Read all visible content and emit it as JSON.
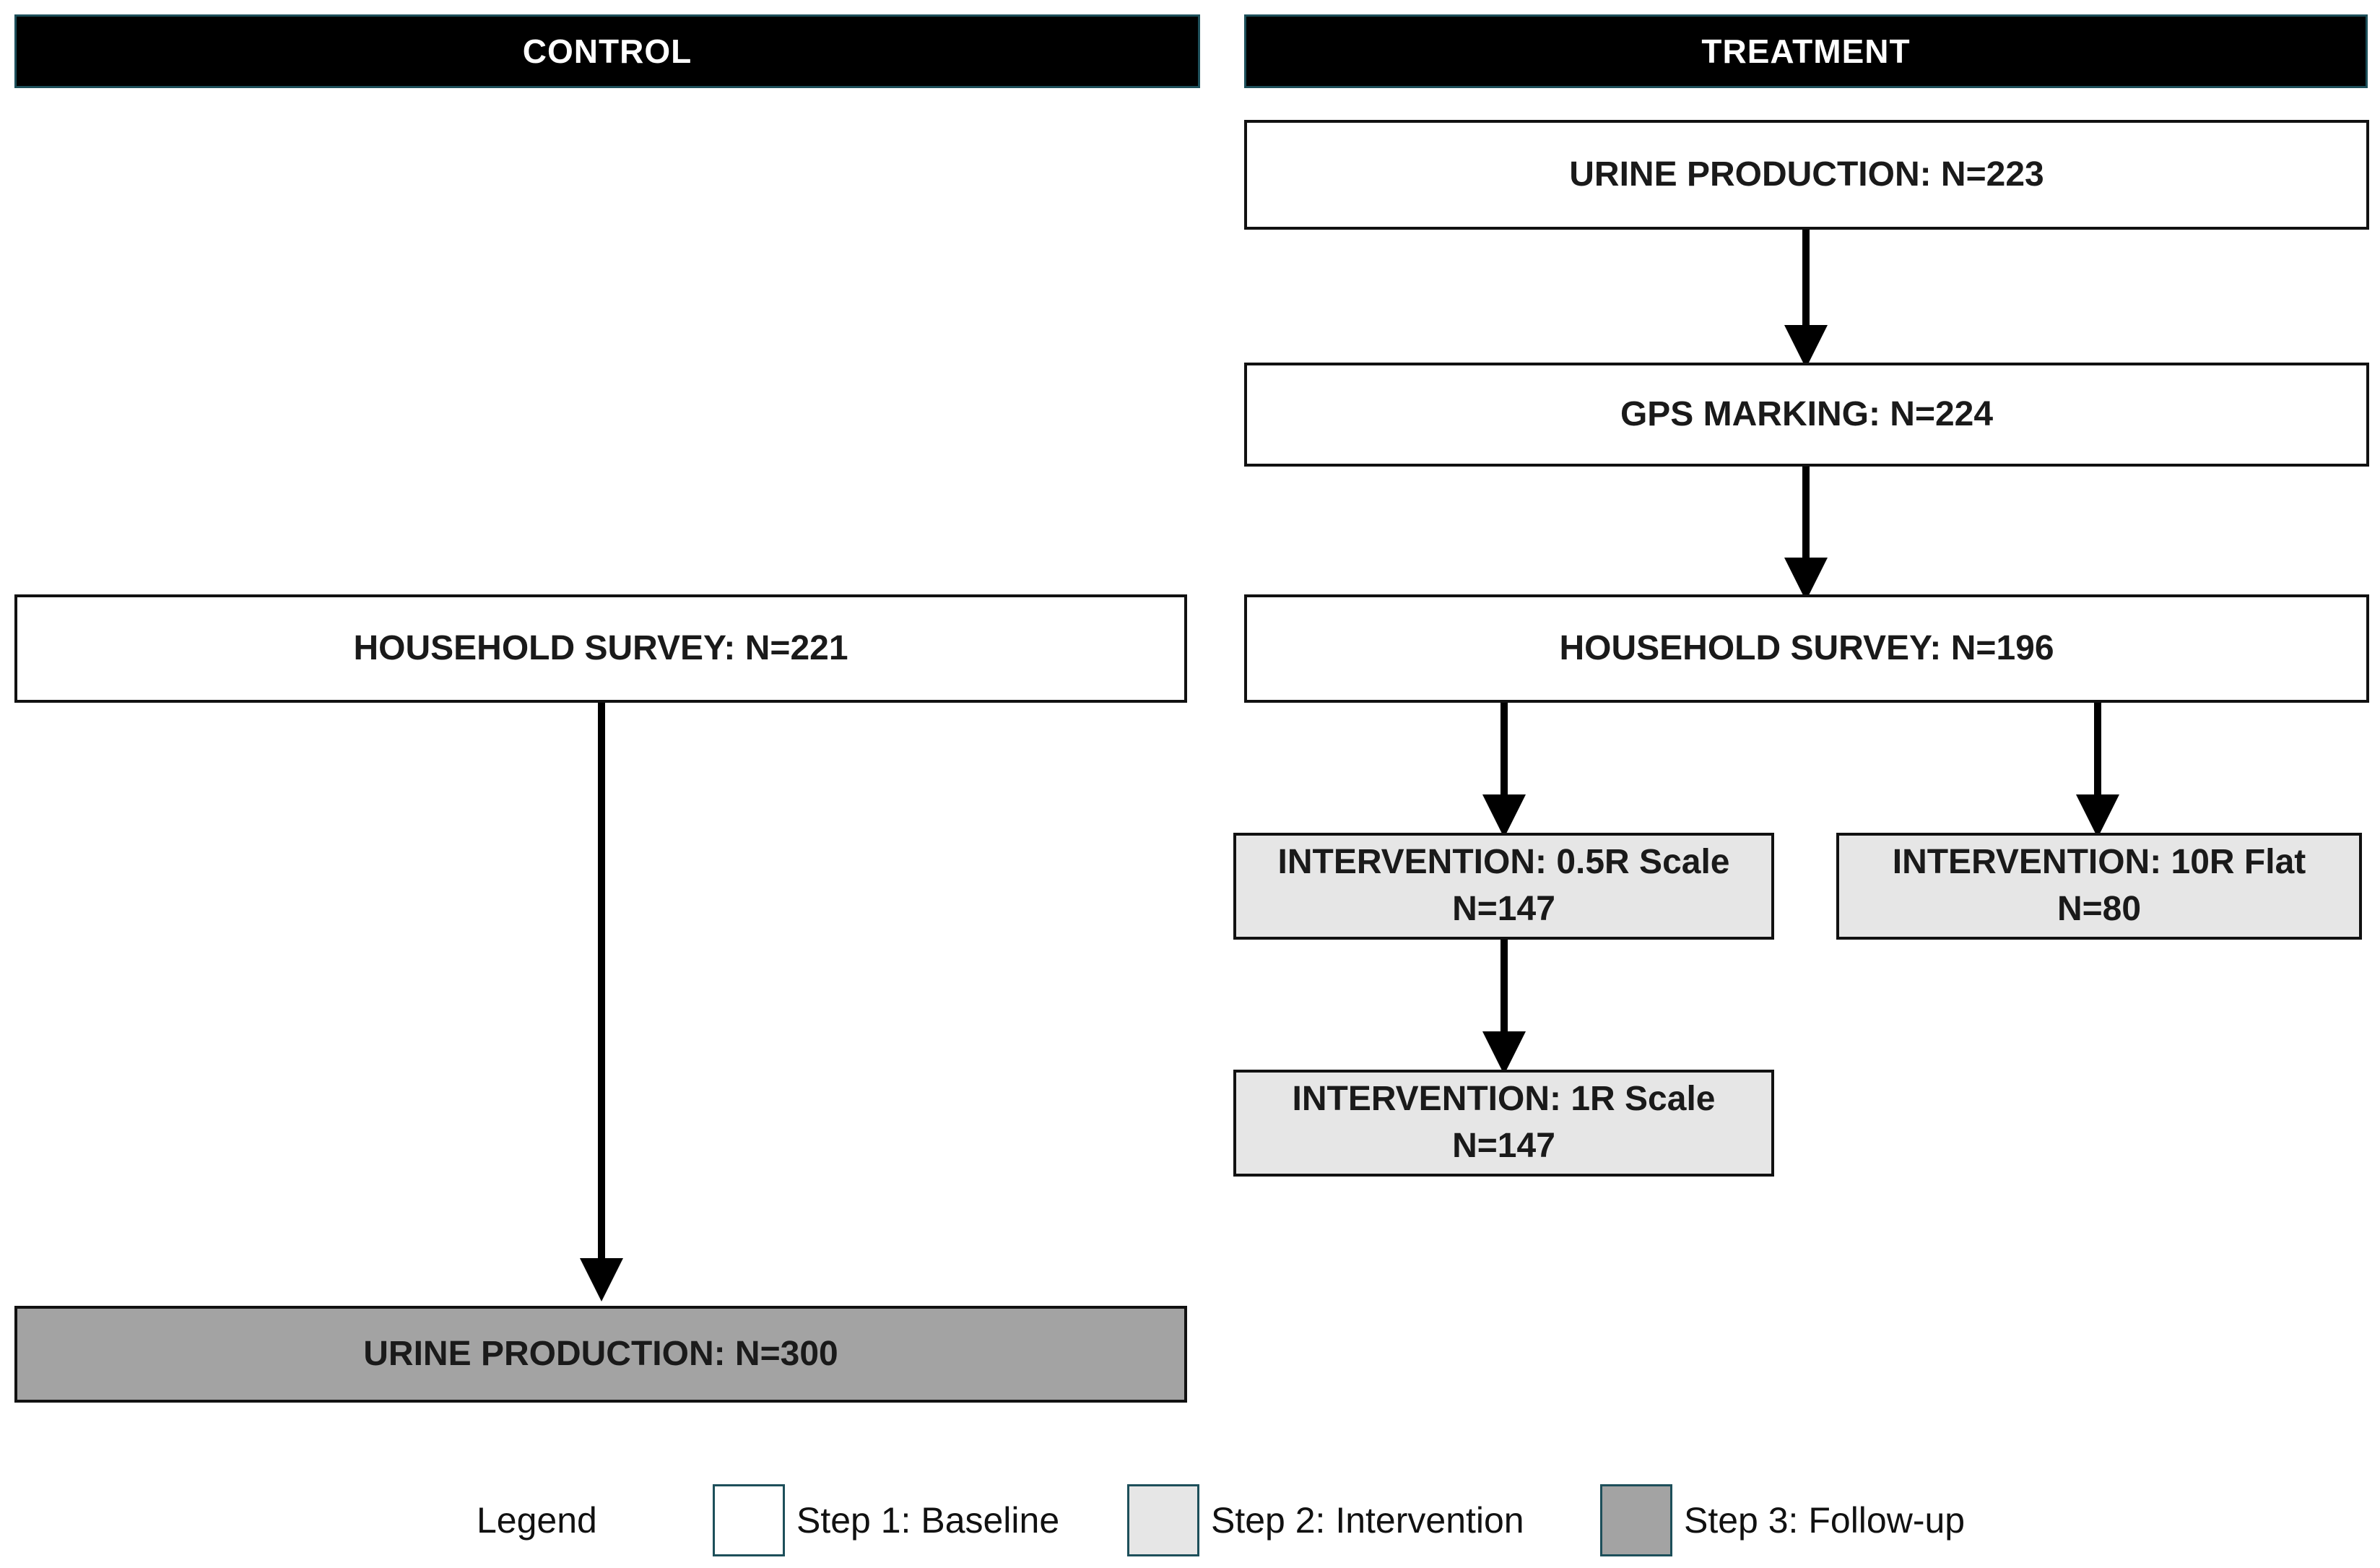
{
  "headers": {
    "control": "CONTROL",
    "treatment": "TREATMENT"
  },
  "control": {
    "household_survey": "HOUSEHOLD SURVEY: N=221",
    "urine_production": "URINE PRODUCTION: N=300"
  },
  "treatment": {
    "urine_production": "URINE PRODUCTION: N=223",
    "gps_marking": "GPS MARKING: N=224",
    "household_survey": "HOUSEHOLD SURVEY: N=196",
    "intervention_05r": {
      "line1": "INTERVENTION: 0.5R Scale",
      "line2": "N=147"
    },
    "intervention_10r": {
      "line1": "INTERVENTION: 10R Flat",
      "line2": "N=80"
    },
    "intervention_1r": {
      "line1": "INTERVENTION: 1R Scale",
      "line2": "N=147"
    }
  },
  "legend": {
    "title": "Legend",
    "items": [
      {
        "label": "Step 1: Baseline",
        "color": "#ffffff"
      },
      {
        "label": "Step 2: Intervention",
        "color": "#e6e6e6"
      },
      {
        "label": "Step 3: Follow-up",
        "color": "#a3a3a3"
      }
    ]
  }
}
